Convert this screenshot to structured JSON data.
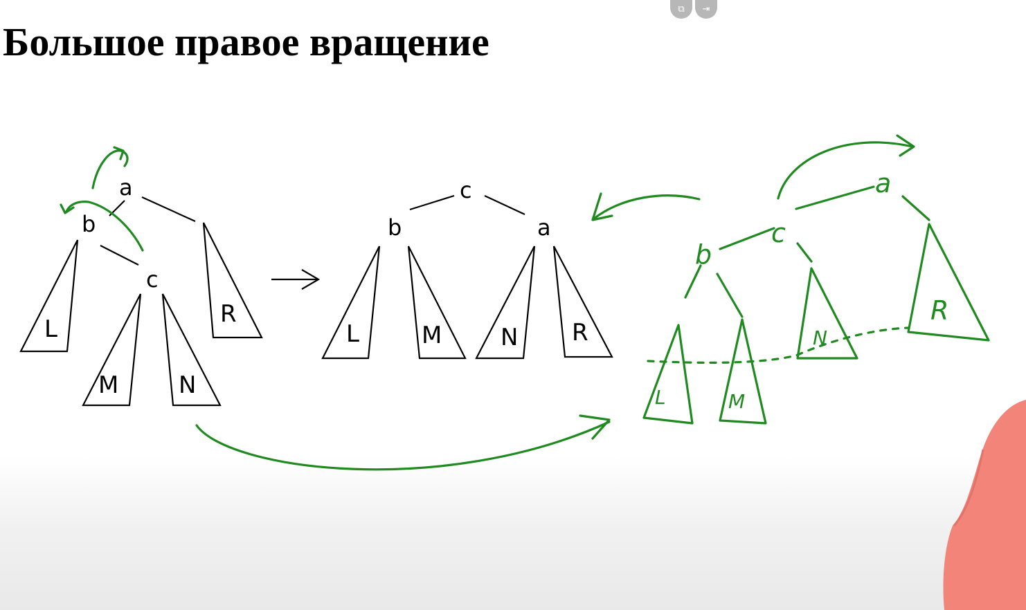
{
  "title": "Большое правое вращение",
  "toolbar": {
    "buttons": [
      "popout-icon",
      "exit-icon"
    ]
  },
  "diagram": {
    "left_tree": {
      "nodes": {
        "a": "a",
        "b": "b",
        "c": "c"
      },
      "subtrees": {
        "L": "L",
        "M": "M",
        "N": "N",
        "R": "R"
      }
    },
    "arrow": "→",
    "middle_tree": {
      "nodes": {
        "c": "c",
        "b": "b",
        "a": "a"
      },
      "subtrees": {
        "L": "L",
        "M": "M",
        "N": "N",
        "R": "R"
      }
    },
    "sketch_tree": {
      "nodes": {
        "a": "a",
        "b": "b",
        "c": "c"
      },
      "subtrees": {
        "L": "L",
        "M": "M",
        "N": "N",
        "R": "R"
      }
    },
    "colors": {
      "ink": "#000000",
      "pen": "#1f8a1f",
      "presenter_shirt": "#f2847a"
    }
  }
}
